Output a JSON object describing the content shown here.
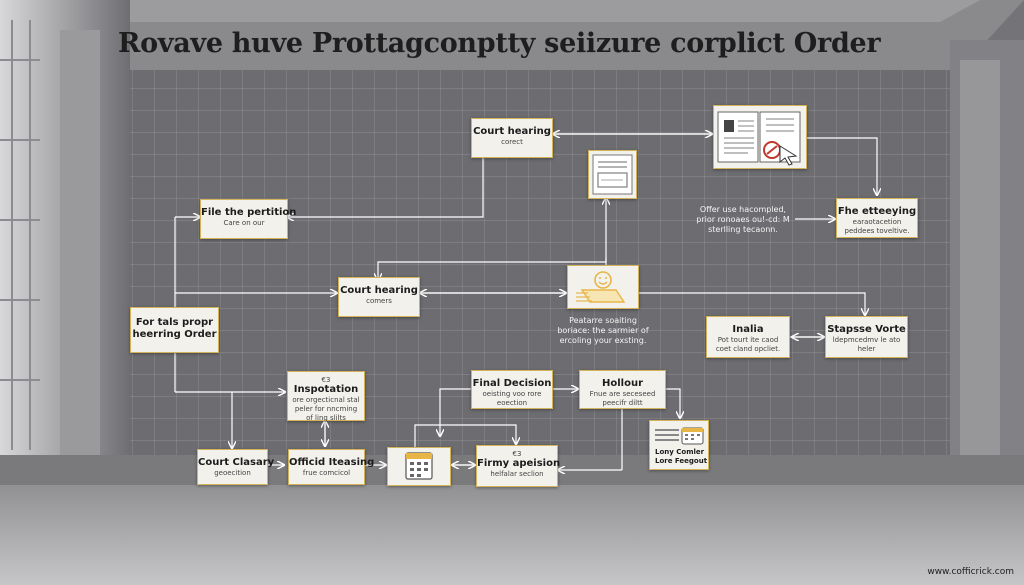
{
  "title": "Rovave huve Prottagconptty seiizure corplict Order",
  "nodes": {
    "court_hearing_top": {
      "title": "Court hearing",
      "sub": "corect"
    },
    "file_petition": {
      "title": "File the pertition",
      "sub": "Care on our"
    },
    "court_hearing_mid": {
      "title": "Court hearing",
      "sub": "comers"
    },
    "portals_order": {
      "title": "For tals propr",
      "sub": "heerring Order"
    },
    "inspection": {
      "num": "€3",
      "title": "Inspotation",
      "lines": [
        "ore orgecticnal stal",
        "peler for nncming",
        "of ling slilts"
      ]
    },
    "final_decision": {
      "title": "Final Decision",
      "sub1": "oeisting voo rore",
      "sub2": "eoection"
    },
    "hollour": {
      "title": "Hollour",
      "sub1": "Fnue are seceseed",
      "sub2": "peecifr diltt"
    },
    "court_clasary": {
      "title": "Court Clasary",
      "sub": "geoecition"
    },
    "official_hearing": {
      "title": "Officid Iteasing",
      "sub": "frue comcicol"
    },
    "firmy_apeision": {
      "num": "€3",
      "title": "Firmy apeision",
      "sub": "helfalar seclion"
    },
    "file_etteeying": {
      "title": "Fhe etteeying",
      "sub1": "earaotacetion",
      "sub2": "peddees toveltive."
    },
    "inalia": {
      "title": "Inalia",
      "sub1": "Pot tourt ite caod",
      "sub2": "coet cland opcliet."
    },
    "stapsse_vorte": {
      "title": "Stapsse Vorte",
      "sub1": "ldepmcedmv le ato",
      "sub2": "heler"
    },
    "lony_comler": {
      "title": "Lony Comler",
      "sub": "Lore Feegout"
    }
  },
  "notes": {
    "offer": [
      "Offer use hacompled,",
      "prior ronoaes ou!-cd: M",
      "sterlling tecaonn."
    ],
    "center": [
      "Peatarre soaiting",
      "boriace: the sarmier of",
      "ercoling your exsting."
    ]
  },
  "icons": [
    "document-book-icon",
    "document-sheet-icon",
    "smiley-document-icon",
    "calendar-icon",
    "calendar-card-icon"
  ],
  "colors": {
    "box_border": "#d2b35a",
    "box_fill": "#f2f1ec",
    "arrow": "#ffffff",
    "accent_icon": "#e8b547",
    "document_mark": "#c0392b"
  },
  "watermark": "www.cofficrick.com"
}
